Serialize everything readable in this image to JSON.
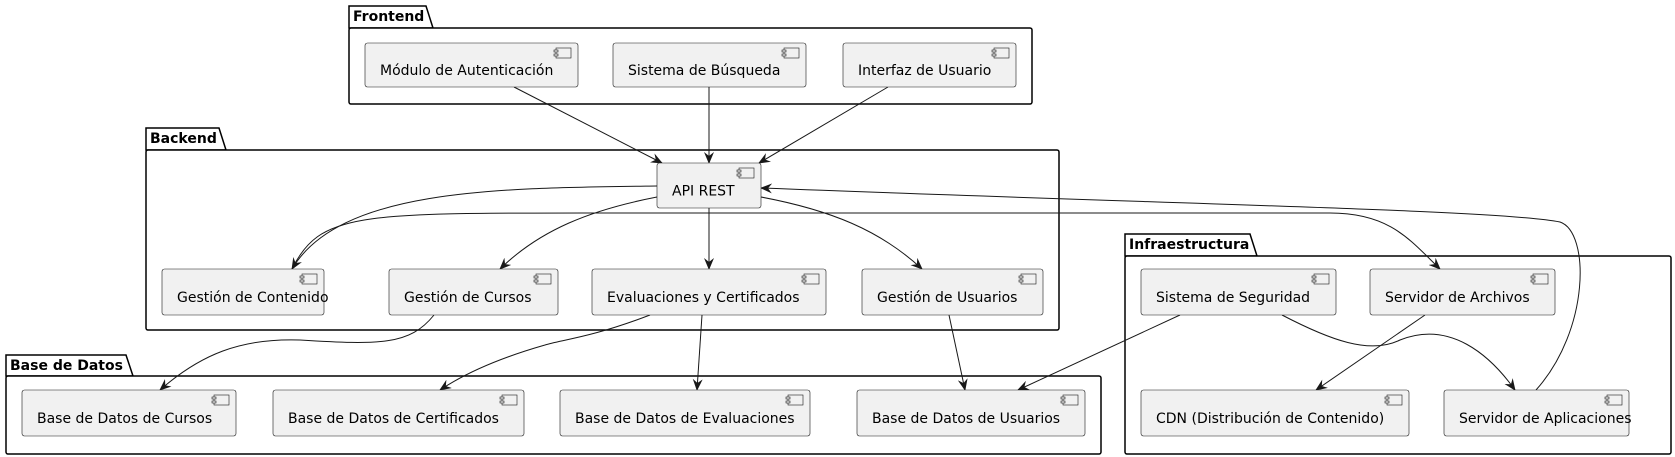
{
  "packages": [
    {
      "id": "frontend",
      "label": "Frontend"
    },
    {
      "id": "backend",
      "label": "Backend"
    },
    {
      "id": "infra",
      "label": "Infraestructura"
    },
    {
      "id": "bd",
      "label": "Base de Datos"
    }
  ],
  "components": [
    {
      "id": "auth",
      "label": "Módulo de Autenticación"
    },
    {
      "id": "busq",
      "label": "Sistema de Búsqueda"
    },
    {
      "id": "ui",
      "label": "Interfaz de Usuario"
    },
    {
      "id": "api",
      "label": "API REST"
    },
    {
      "id": "gcont",
      "label": "Gestión de Contenido"
    },
    {
      "id": "gcur",
      "label": "Gestión de Cursos"
    },
    {
      "id": "eval",
      "label": "Evaluaciones y Certificados"
    },
    {
      "id": "gusr",
      "label": "Gestión de Usuarios"
    },
    {
      "id": "seg",
      "label": "Sistema de Seguridad"
    },
    {
      "id": "arch",
      "label": "Servidor de Archivos"
    },
    {
      "id": "cdn",
      "label": "CDN (Distribución de Contenido)"
    },
    {
      "id": "apps",
      "label": "Servidor de Aplicaciones"
    },
    {
      "id": "bdcur",
      "label": "Base de Datos de Cursos"
    },
    {
      "id": "bdcert",
      "label": "Base de Datos de Certificados"
    },
    {
      "id": "bdeval",
      "label": "Base de Datos de Evaluaciones"
    },
    {
      "id": "bdusr",
      "label": "Base de Datos de Usuarios"
    }
  ],
  "edges": [
    {
      "from": "auth",
      "to": "api"
    },
    {
      "from": "busq",
      "to": "api"
    },
    {
      "from": "ui",
      "to": "api"
    },
    {
      "from": "api",
      "to": "gcont"
    },
    {
      "from": "api",
      "to": "gcur"
    },
    {
      "from": "api",
      "to": "eval"
    },
    {
      "from": "api",
      "to": "gusr"
    },
    {
      "from": "gcont",
      "to": "arch"
    },
    {
      "from": "apps",
      "to": "api"
    },
    {
      "from": "gcur",
      "to": "bdcur"
    },
    {
      "from": "eval",
      "to": "bdcert"
    },
    {
      "from": "eval",
      "to": "bdeval"
    },
    {
      "from": "gusr",
      "to": "bdusr"
    },
    {
      "from": "seg",
      "to": "bdusr"
    },
    {
      "from": "seg",
      "to": "apps"
    },
    {
      "from": "arch",
      "to": "cdn"
    }
  ]
}
